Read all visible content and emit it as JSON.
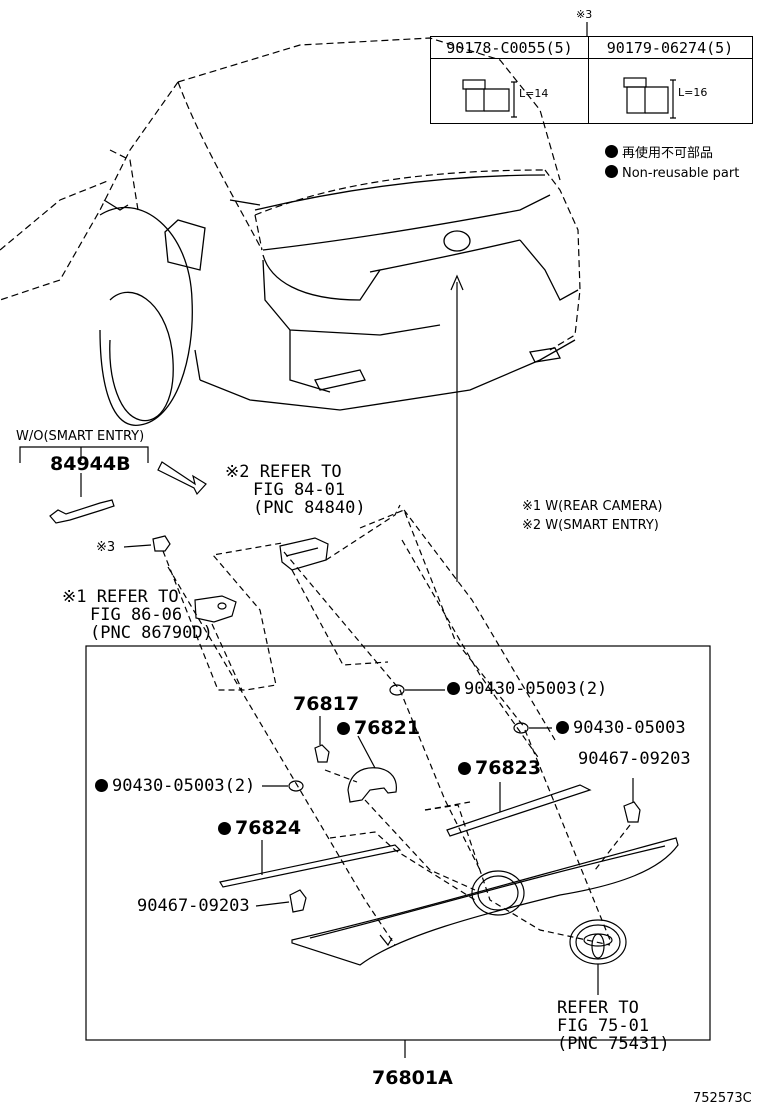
{
  "parts_table": {
    "note_mark": "※3",
    "columns": [
      {
        "part_no": "90178-C0055(5)",
        "length": "L=14"
      },
      {
        "part_no": "90179-06274(5)",
        "length": "L=16"
      }
    ]
  },
  "legend": {
    "items": [
      "再使用不可部品",
      "Non-reusable part"
    ],
    "notes": [
      "※1 W(REAR CAMERA)",
      "※2 W(SMART ENTRY)"
    ]
  },
  "labels": {
    "wo_smart_entry": "W/O(SMART ENTRY)",
    "p84944b": "84944B",
    "mark3": "※3",
    "refer2": [
      "※2 REFER TO",
      "FIG 84-01",
      "(PNC 84840)"
    ],
    "refer1": [
      "※1 REFER TO",
      "FIG 86-06",
      "(PNC 86790D)"
    ],
    "p76817": "76817",
    "p76821": "76821",
    "p76823": "76823",
    "p76824": "76824",
    "p90430_a": "90430-05003(2)",
    "p90430_b": "90430-05003",
    "p90430_c": "90430-05003(2)",
    "p90467_a": "90467-09203",
    "p90467_b": "90467-09203",
    "refer_emblem": [
      "REFER TO",
      "FIG 75-01",
      "(PNC 75431)"
    ],
    "assembly": "76801A",
    "figure_id": "752573C"
  }
}
